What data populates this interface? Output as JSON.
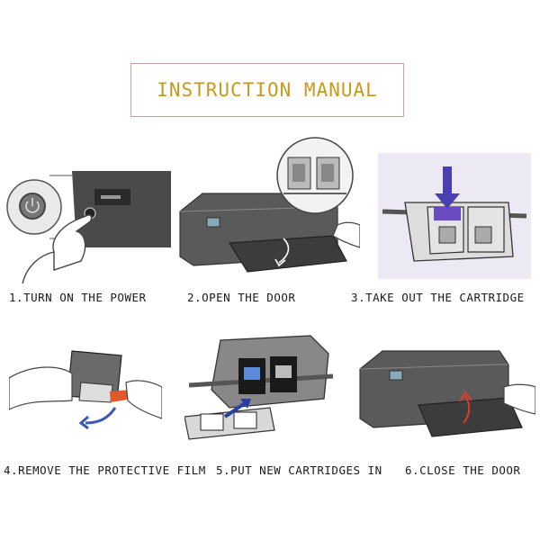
{
  "title": "INSTRUCTION MANUAL",
  "steps": [
    {
      "number": "1.",
      "label": "TURN ON THE POWER",
      "icon": "power-button-icon"
    },
    {
      "number": "2.",
      "label": "OPEN THE DOOR",
      "icon": "printer-open-door-icon"
    },
    {
      "number": "3.",
      "label": "TAKE OUT THE CARTRIDGE",
      "icon": "cartridge-removal-icon"
    },
    {
      "number": "4.",
      "label": "REMOVE THE PROTECTIVE FILM",
      "icon": "peel-film-icon"
    },
    {
      "number": "5.",
      "label": "PUT NEW CARTRIDGES IN",
      "icon": "insert-cartridge-icon"
    },
    {
      "number": "6.",
      "label": "CLOSE THE DOOR",
      "icon": "printer-close-door-icon"
    }
  ],
  "colors": {
    "title": "#c89a1c",
    "title_border": "#c8a0a0",
    "printer_body": "#5a5a5a",
    "arrow": "#4a3fb0",
    "film": "#e05a2a"
  }
}
